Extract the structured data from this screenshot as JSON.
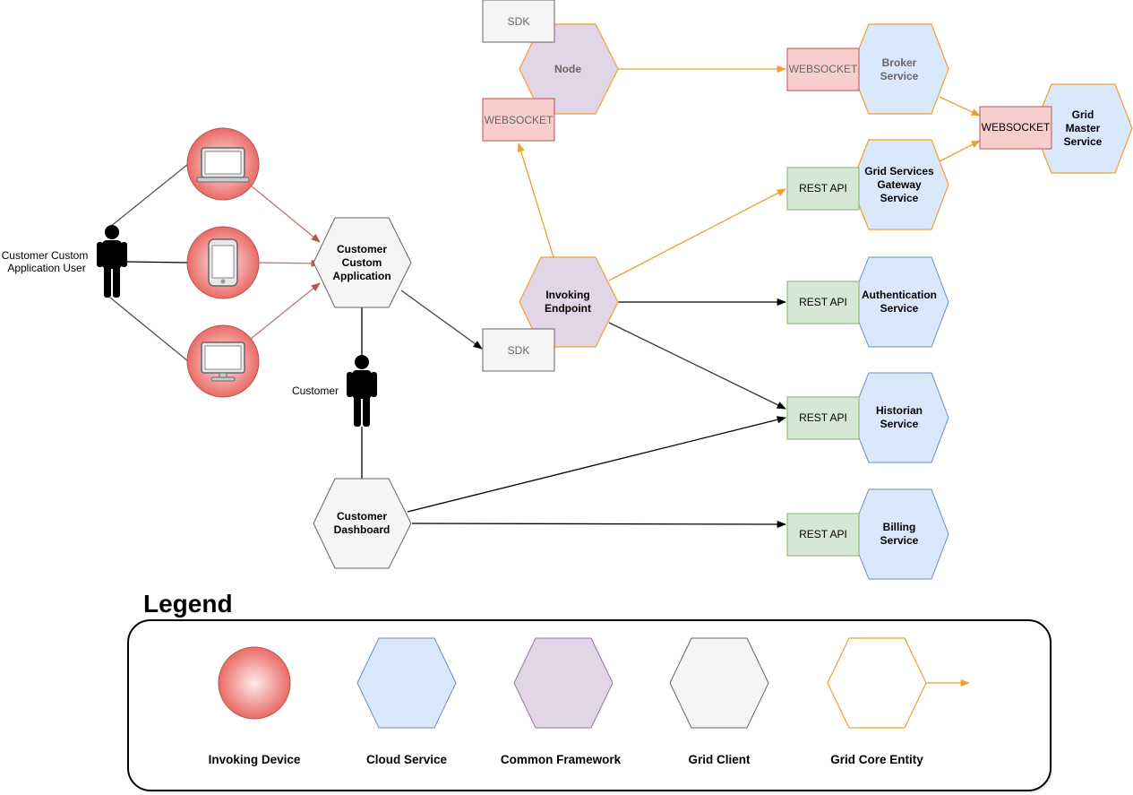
{
  "colors": {
    "device_fill": "#f08080",
    "device_stroke": "#b85450",
    "cloud_fill": "#dae8fc",
    "cloud_stroke": "#6c8ebf",
    "framework_fill": "#e1d5e7",
    "framework_stroke": "#9673a6",
    "client_fill": "#f5f5f5",
    "client_stroke": "#666666",
    "core_stroke": "#f0a030",
    "rest_fill": "#d5e8d4",
    "rest_stroke": "#82b366",
    "ws_fill": "#f8cecc",
    "ws_stroke": "#b85450"
  },
  "actors": {
    "app_user": [
      "Customer Custom",
      "Application User"
    ],
    "customer": "Customer"
  },
  "devices": [
    {
      "icon": "laptop-icon"
    },
    {
      "icon": "smartphone-icon"
    },
    {
      "icon": "desktop-monitor-icon"
    }
  ],
  "clients": {
    "custom_app": [
      "Customer",
      "Custom",
      "Application"
    ],
    "dashboard": [
      "Customer",
      "Dashboard"
    ]
  },
  "framework": {
    "node": "Node",
    "invoking_endpoint": [
      "Invoking",
      "Endpoint"
    ]
  },
  "boxes": {
    "sdk": "SDK",
    "websocket": "WEBSOCKET",
    "rest_api": "REST API"
  },
  "services": {
    "broker": [
      "Broker",
      "Service"
    ],
    "grid_master": [
      "Grid",
      "Master",
      "Service"
    ],
    "grid_services_gateway": [
      "Grid Services",
      "Gateway",
      "Service"
    ],
    "authentication": [
      "Authentication",
      "Service"
    ],
    "historian": [
      "Historian",
      "Service"
    ],
    "billing": [
      "Billing",
      "Service"
    ]
  },
  "legend": {
    "title": "Legend",
    "items": {
      "invoking_device": "Invoking Device",
      "cloud_service": "Cloud Service",
      "common_framework": "Common Framework",
      "grid_client": "Grid Client",
      "grid_core_entity": "Grid Core Entity"
    }
  }
}
